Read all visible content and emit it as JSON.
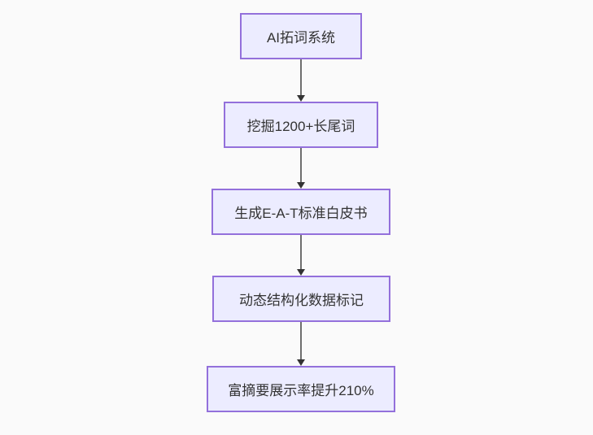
{
  "diagram": {
    "type": "flowchart",
    "direction": "top-down",
    "nodes": [
      {
        "id": "n1",
        "label": "AI拓词系统"
      },
      {
        "id": "n2",
        "label": "挖掘1200+长尾词"
      },
      {
        "id": "n3",
        "label": "生成E-A-T标准白皮书"
      },
      {
        "id": "n4",
        "label": "动态结构化数据标记"
      },
      {
        "id": "n5",
        "label": "富摘要展示率提升210%"
      }
    ],
    "edges": [
      {
        "from": "n1",
        "to": "n2"
      },
      {
        "from": "n2",
        "to": "n3"
      },
      {
        "from": "n3",
        "to": "n4"
      },
      {
        "from": "n4",
        "to": "n5"
      }
    ],
    "colors": {
      "background": "#fafafa",
      "node_fill": "#ececff",
      "node_border": "#9370db",
      "edge_line": "#6e6e6e",
      "arrowhead": "#333333",
      "text": "#333333"
    }
  }
}
